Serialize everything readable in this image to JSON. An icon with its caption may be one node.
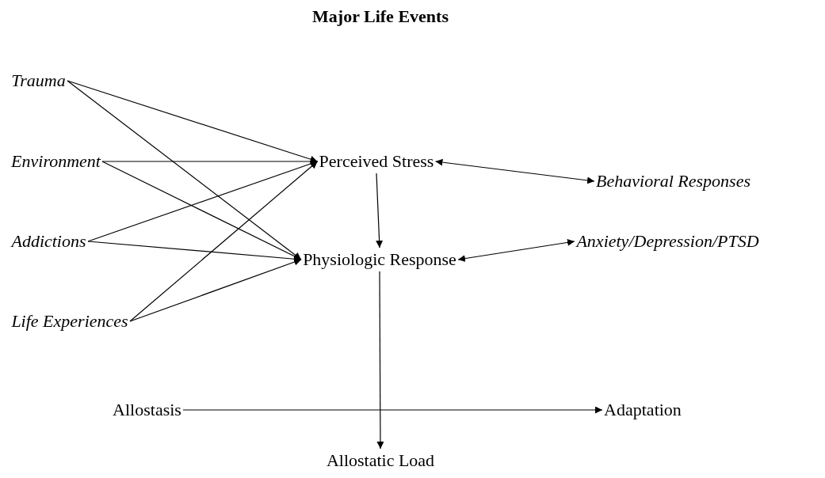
{
  "diagram": {
    "title": "Major Life Events",
    "nodes": [
      {
        "text": [
          "Trauma"
        ]
      },
      {
        "text": [
          "Environment"
        ]
      },
      {
        "text": [
          "Perceived Stress"
        ]
      },
      {
        "text": [
          "Behavioral Responses"
        ]
      },
      {
        "text": [
          "Addictions"
        ]
      },
      {
        "text": [
          "Physiologic Response"
        ]
      },
      {
        "text": [
          "Anxiety/Depression/PTSD"
        ]
      },
      {
        "text": [
          "Life Experiences"
        ]
      },
      {
        "text": [
          "Allostasis"
        ]
      },
      {
        "text": [
          "Adaptation"
        ]
      },
      {
        "text": [
          "Allostatic Load"
        ]
      }
    ],
    "edges": [
      {
        "from": 0,
        "to": 2,
        "arrow": "to"
      },
      {
        "from": 0,
        "to": 5,
        "arrow": "to"
      },
      {
        "from": 1,
        "to": 2,
        "arrow": "to"
      },
      {
        "from": 1,
        "to": 5,
        "arrow": "to"
      },
      {
        "from": 4,
        "to": 2,
        "arrow": "to"
      },
      {
        "from": 4,
        "to": 5,
        "arrow": "to"
      },
      {
        "from": 7,
        "to": 2,
        "arrow": "to"
      },
      {
        "from": 7,
        "to": 5,
        "arrow": "to"
      },
      {
        "from": 2,
        "to": 3,
        "arrow": "both"
      },
      {
        "from": 5,
        "to": 6,
        "arrow": "both"
      },
      {
        "from": 2,
        "to": 5,
        "arrow": "to"
      },
      {
        "from": 5,
        "to": 10,
        "arrow": "to"
      },
      {
        "from": 8,
        "to": 9,
        "arrow": "to"
      }
    ]
  }
}
